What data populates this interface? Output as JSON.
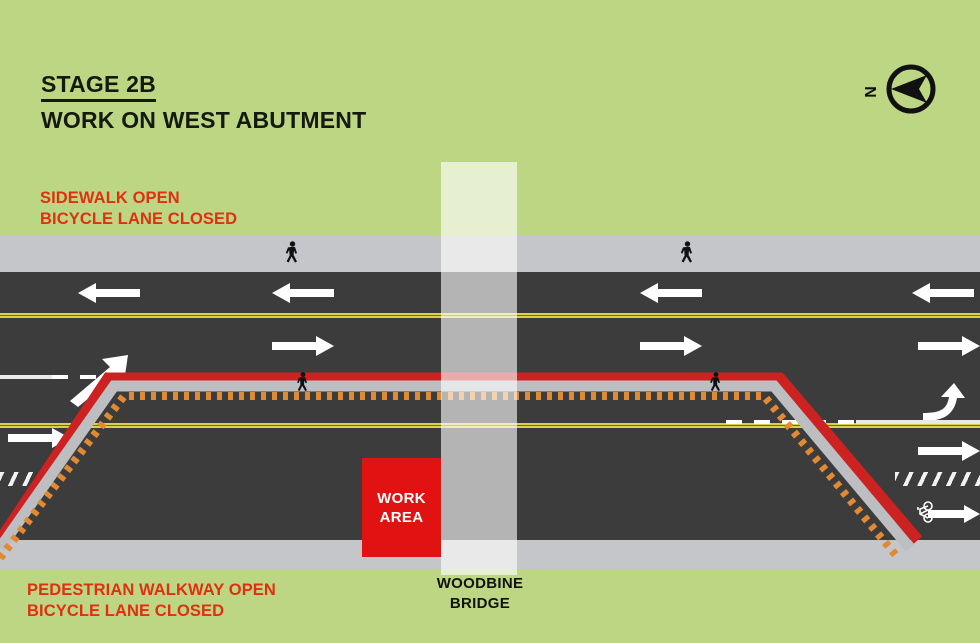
{
  "title": {
    "line1": "STAGE 2B",
    "line2": "WORK ON WEST ABUTMENT"
  },
  "notes": {
    "top_line1": "SIDEWALK OPEN",
    "top_line2": "BICYCLE LANE CLOSED",
    "bottom_line1": "PEDESTRIAN WALKWAY OPEN",
    "bottom_line2": "BICYCLE LANE CLOSED"
  },
  "work_area": {
    "line1": "WORK",
    "line2": "AREA"
  },
  "bridge": {
    "line1": "WOODBINE",
    "line2": "BRIDGE"
  },
  "compass": {
    "label": "N"
  },
  "colors": {
    "background_green": "#bdd684",
    "road_asphalt": "#3c3c3c",
    "sidewalk_grey": "#c4c6c9",
    "work_area_red": "#e11212",
    "note_text_red": "#e03010",
    "centerline_yellow": "#d8d14a",
    "closure_edge_red": "#cc2222",
    "barrier_orange": "#e08a33",
    "lane_marking_white": "#ffffff",
    "bridge_overlay": "rgba(255,255,255,0.62)"
  },
  "diagram": {
    "road_direction_westbound": "left-arrows-upper-carriageway",
    "road_direction_eastbound": "right-arrows-lower-carriageway",
    "closure_side": "south (lower) carriageway, west abutment",
    "pedestrian_icons": 4,
    "bicycle_icons": 1
  }
}
